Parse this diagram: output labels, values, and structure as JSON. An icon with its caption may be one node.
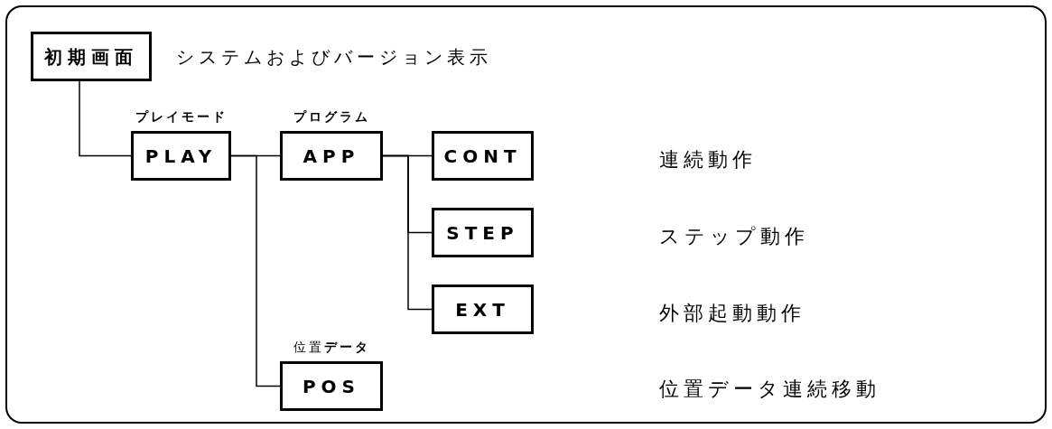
{
  "diagram": {
    "nodes": [
      {
        "text": [
          "初期画面"
        ],
        "beside": [
          "システムおよびバージョン表示"
        ]
      },
      {
        "text": [
          "プレイモード",
          "PLAY"
        ]
      },
      {
        "text": [
          "プログラム",
          "APP"
        ]
      },
      {
        "text": [
          "CONT"
        ]
      },
      {
        "text": [
          "STEP"
        ]
      },
      {
        "text": [
          "EXT"
        ]
      },
      {
        "text": [
          "位置**データ**",
          "POS"
        ]
      }
    ],
    "edges": [
      {
        "from": 0,
        "to": 1,
        "arrow": "none"
      },
      {
        "from": 1,
        "to": 2,
        "arrow": "none"
      },
      {
        "from": 1,
        "to": 6,
        "arrow": "none"
      },
      {
        "from": 2,
        "to": 3,
        "arrow": "none"
      },
      {
        "from": 2,
        "to": 4,
        "arrow": "none"
      },
      {
        "from": 2,
        "to": 5,
        "arrow": "none"
      }
    ],
    "labels": [
      "連続動作",
      "ステップ動作",
      "外部起動動作",
      "位置データ連続移動"
    ]
  }
}
